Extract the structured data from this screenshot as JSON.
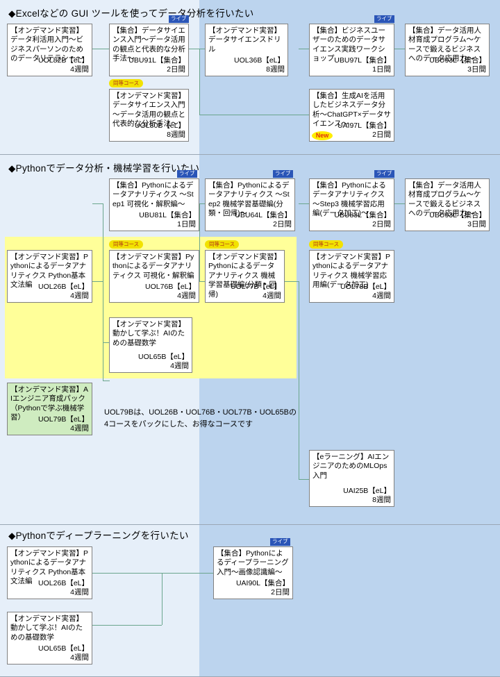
{
  "page": {
    "background": "#e6eff9",
    "background_accent": "#bcd4ee",
    "highlight_zone_color": "#ffff99",
    "connector_color": "#6aa58d"
  },
  "badges": {
    "live": "ライブ",
    "equivalent": "同等コース",
    "new": "New"
  },
  "sections": [
    {
      "id": "excel-gui",
      "heading": "◆Excelなどの GUI ツールを使ってデータ分析を行いたい",
      "courses": [
        {
          "id": "UOL82B",
          "title": "【オンデマンド実習】データ利活用入門～ビジネスパーソンのためのデータリテラシー～",
          "code": "UOL82B【eL】",
          "duration": "4週間",
          "badge": ""
        },
        {
          "id": "UBU91L",
          "title": "【集合】データサイエンス入門～データ活用の観点と代表的な分析手法～",
          "code": "UBU91L【集合】",
          "duration": "2日間",
          "badge": "live"
        },
        {
          "id": "UOL80B",
          "title": "【オンデマンド実習】データサイエンス入門～データ活用の観点と代表的な分析手法～",
          "code": "UOL80B【eL】",
          "duration": "8週間",
          "badge": "equivalent"
        },
        {
          "id": "UOL36B",
          "title": "【オンデマンド実習】データサイエンスドリル",
          "code": "UOL36B【eL】",
          "duration": "8週間",
          "badge": ""
        },
        {
          "id": "UBU97L",
          "title": "【集合】ビジネスユーザーのためのデータサイエンス実践ワークショップ",
          "code": "UBU97L【集合】",
          "duration": "1日間",
          "badge": "live"
        },
        {
          "id": "UBU93L-1",
          "title": "【集合】データ活用人材育成プログラム～ケースで鍛えるビジネスへのデータ応用力～",
          "code": "UBU93L【集合】",
          "duration": "3日間",
          "badge": ""
        },
        {
          "id": "UAI97L",
          "title": "【集合】生成AIを活用したビジネスデータ分析～ChatGPT×データサイエンス～",
          "code": "UAI97L【集合】",
          "duration": "2日間",
          "badge": "new"
        }
      ]
    },
    {
      "id": "python-ml",
      "heading": "◆Pythonでデータ分析・機械学習を行いたい",
      "courses": [
        {
          "id": "UBU81L",
          "title": "【集合】Pythonによるデータアナリティクス ～Step1 可視化・解釈編～",
          "code": "UBU81L【集合】",
          "duration": "1日間",
          "badge": "live"
        },
        {
          "id": "UBU64L",
          "title": "【集合】Pythonによるデータアナリティクス ～Step2 機械学習基礎編(分類・回帰)～",
          "code": "UBU64L【集合】",
          "duration": "2日間",
          "badge": "live"
        },
        {
          "id": "UBU83L",
          "title": "【集合】Pythonによるデータアナリティクス ～Step3 機械学習応用編(データ加工)～",
          "code": "UBU83L【集合】",
          "duration": "2日間",
          "badge": "live"
        },
        {
          "id": "UBU93L-2",
          "title": "【集合】データ活用人材育成プログラム～ケースで鍛えるビジネスへのデータ応用力～",
          "code": "UBU93L【集合】",
          "duration": "3日間",
          "badge": ""
        },
        {
          "id": "UOL26B-1",
          "title": "【オンデマンド実習】Pythonによるデータアナリティクス Python基本文法編",
          "code": "UOL26B【eL】",
          "duration": "4週間",
          "badge": ""
        },
        {
          "id": "UOL76B",
          "title": "【オンデマンド実習】Pythonによるデータアナリティクス 可視化・解釈編",
          "code": "UOL76B【eL】",
          "duration": "4週間",
          "badge": "equivalent"
        },
        {
          "id": "UOL77B",
          "title": "【オンデマンド実習】Pythonによるデータアナリティクス 機械学習基礎編(分類・回帰)",
          "code": "UOL77B【eL】",
          "duration": "4週間",
          "badge": "equivalent"
        },
        {
          "id": "UOL78B",
          "title": "【オンデマンド実習】Pythonによるデータアナリティクス 機械学習応用編(データ加工)",
          "code": "UOL78B【eL】",
          "duration": "4週間",
          "badge": "equivalent"
        },
        {
          "id": "UOL65B-1",
          "title": "【オンデマンド実習】動かして学ぶ！AIのための基礎数学",
          "code": "UOL65B【eL】",
          "duration": "4週間",
          "badge": ""
        },
        {
          "id": "UOL79B",
          "title": "【オンデマンド実習】AIエンジニア育成パック（Pythonで学ぶ機械学習）",
          "code": "UOL79B【eL】",
          "duration": "4週間",
          "badge": "",
          "highlight": "#cfecc0"
        },
        {
          "id": "UAI25B",
          "title": "【eラーニング】AIエンジニアのためのMLOps入門",
          "code": "UAI25B【eL】",
          "duration": "8週間",
          "badge": ""
        }
      ],
      "note": "UOL79Bは、UOL26B・UOL76B・UOL77B・UOL65Bの\n4コースをパックにした、お得なコースです"
    },
    {
      "id": "python-dl",
      "heading": "◆Pythonでディープラーニングを行いたい",
      "courses": [
        {
          "id": "UOL26B-2",
          "title": "【オンデマンド実習】Pythonによるデータアナリティクス Python基本文法編",
          "code": "UOL26B【eL】",
          "duration": "4週間",
          "badge": ""
        },
        {
          "id": "UOL65B-2",
          "title": "【オンデマンド実習】動かして学ぶ！AIのための基礎数学",
          "code": "UOL65B【eL】",
          "duration": "4週間",
          "badge": ""
        },
        {
          "id": "UAI90L",
          "title": "【集合】Pythonによるディープラーニング入門～画像認識編～",
          "code": "UAI90L【集合】",
          "duration": "2日間",
          "badge": "live"
        }
      ]
    }
  ]
}
